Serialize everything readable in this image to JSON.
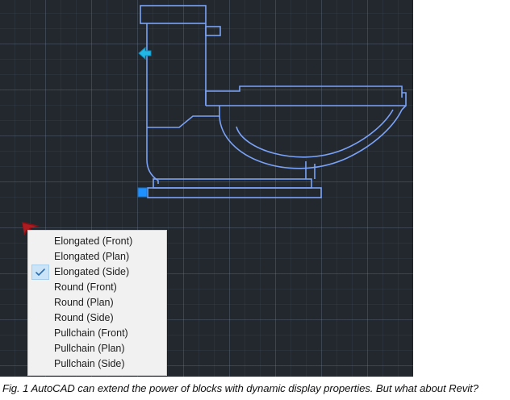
{
  "canvas": {
    "name": "autocad-drawing-area",
    "background_color": "#23282f",
    "grid_minor_color": "#3a424d",
    "grid_major_color": "#49535f",
    "geometry_color": "#7aa2f7",
    "grip_color": "#1e90ff",
    "arrow_grip_color": "#22b8e6",
    "object": "toilet-side-elevation-block"
  },
  "grips": {
    "stretch_arrow_label": "stretch-arrow-grip",
    "square_grip_label": "base-point-grip"
  },
  "context_menu": {
    "name": "dynamic-block-visibility-menu",
    "items": [
      {
        "label": "Elongated (Front)",
        "checked": false
      },
      {
        "label": "Elongated (Plan)",
        "checked": false
      },
      {
        "label": "Elongated (Side)",
        "checked": true
      },
      {
        "label": "Round (Front)",
        "checked": false
      },
      {
        "label": "Round (Plan)",
        "checked": false
      },
      {
        "label": "Round (Side)",
        "checked": false
      },
      {
        "label": "Pullchain (Front)",
        "checked": false
      },
      {
        "label": "Pullchain (Plan)",
        "checked": false
      },
      {
        "label": "Pullchain (Side)",
        "checked": false
      }
    ],
    "selected_value": "Elongated (Side)",
    "highlight_color": "#cce4f7",
    "check_color": "#2b6fb5",
    "background_color": "#f1f1f1"
  },
  "annotation": {
    "marker_name": "red-cursor-arrow",
    "marker_color": "#8d0f14"
  },
  "caption": {
    "text": "Fig. 1 AutoCAD can extend the power of blocks with dynamic display properties. But what about Revit?"
  }
}
